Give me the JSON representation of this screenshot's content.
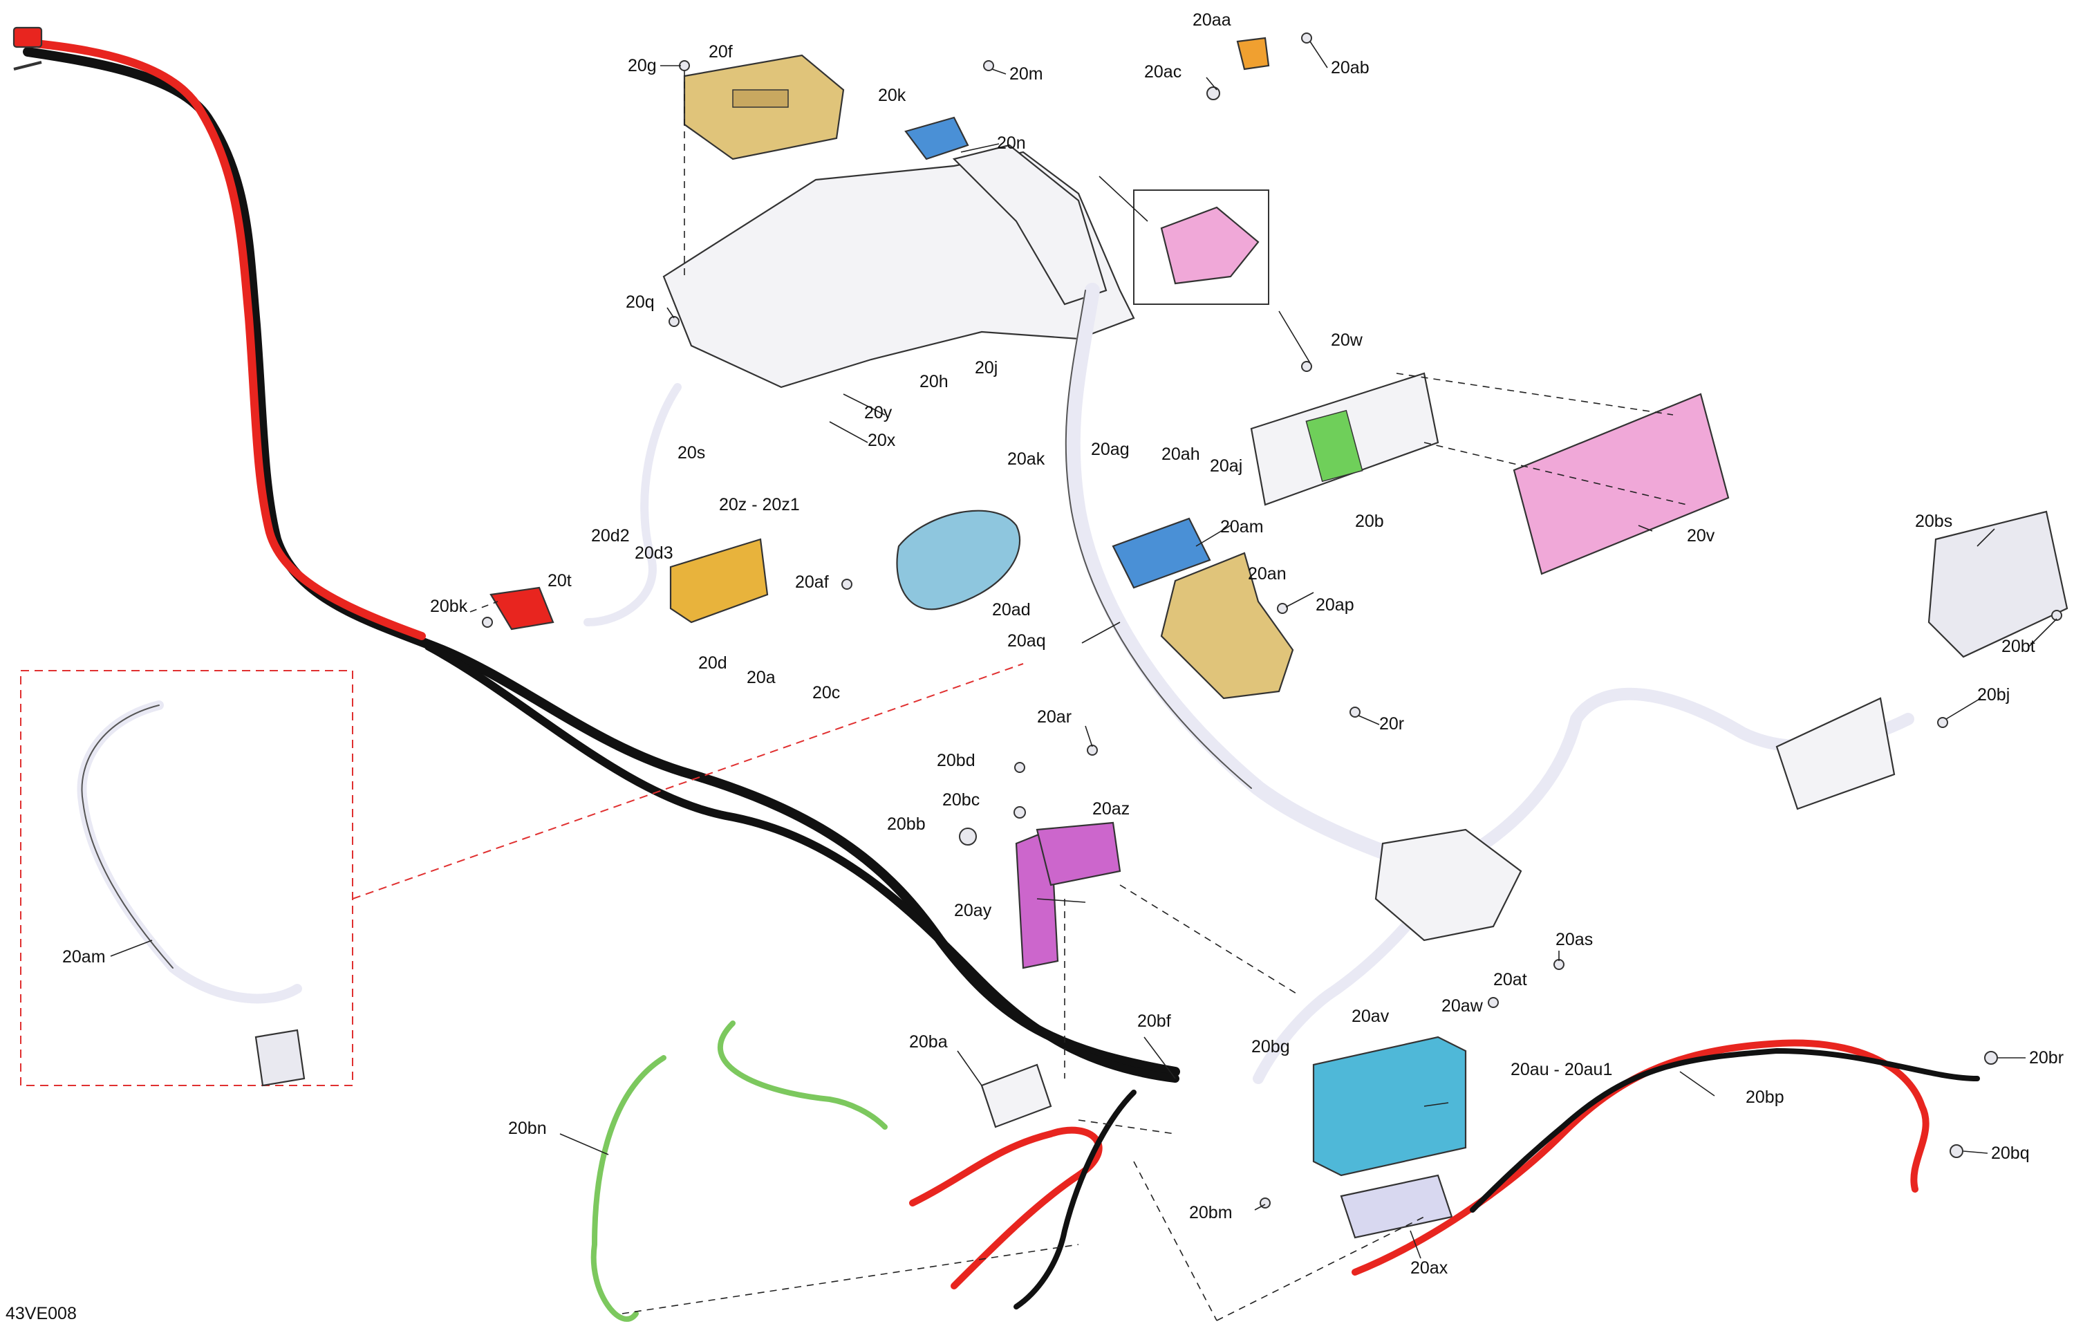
{
  "diagram": {
    "id_label": "43VE008",
    "colors": {
      "red_cable": "#e8251f",
      "black_cable": "#111111",
      "harness": "#e9e9f4",
      "ecu": "#e0c47a",
      "blue_connector": "#4a90d6",
      "light_blue": "#8ec6de",
      "pink_display": "#f0a8d8",
      "magenta_bracket": "#cc66cc",
      "yellow_part": "#e8b33c",
      "green_part": "#6fcf5a",
      "battery": "#4fb8d8",
      "orange_part": "#f0a030"
    },
    "labels": {
      "20g": "20g",
      "20f": "20f",
      "20m": "20m",
      "20k": "20k",
      "20n": "20n",
      "20aa": "20aa",
      "20ac": "20ac",
      "20ab": "20ab",
      "20q": "20q",
      "20h": "20h",
      "20j": "20j",
      "20w": "20w",
      "20s": "20s",
      "20y": "20y",
      "20x": "20x",
      "20z_20z1": "20z - 20z1",
      "20ak": "20ak",
      "20ag": "20ag",
      "20ah": "20ah",
      "20aj": "20aj",
      "20b": "20b",
      "20v": "20v",
      "20am_top": "20am",
      "20d2": "20d2",
      "20d3": "20d3",
      "20t": "20t",
      "20bk": "20bk",
      "20af": "20af",
      "20ad": "20ad",
      "20an": "20an",
      "20ap": "20ap",
      "20aq": "20aq",
      "20bs": "20bs",
      "20bt": "20bt",
      "20d": "20d",
      "20a": "20a",
      "20c": "20c",
      "20bj": "20bj",
      "20ar": "20ar",
      "20r": "20r",
      "20bd": "20bd",
      "20bc": "20bc",
      "20bb": "20bb",
      "20az": "20az",
      "20ay": "20ay",
      "20am_inset": "20am",
      "20as": "20as",
      "20at": "20at",
      "20aw": "20aw",
      "20av": "20av",
      "20bf": "20bf",
      "20bg": "20bg",
      "20ba": "20ba",
      "20au": "20au - 20au1",
      "20br": "20br",
      "20bp": "20bp",
      "20bq": "20bq",
      "20bn": "20bn",
      "20bm": "20bm",
      "20ax": "20ax"
    }
  }
}
